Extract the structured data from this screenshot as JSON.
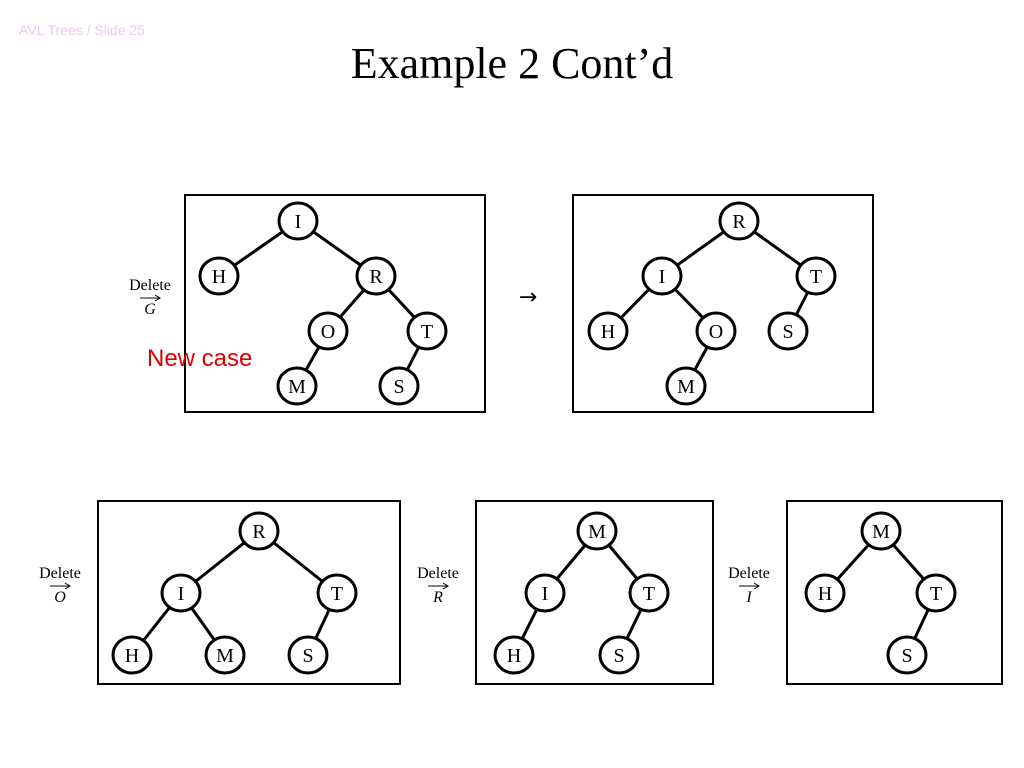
{
  "header": "AVL Trees / Slide 25",
  "title": "Example 2 Cont’d",
  "annotation": "New case",
  "arrow_glyph": "→",
  "colors": {
    "annotation": "#e00000",
    "header": "#f3c6f0"
  },
  "operations": [
    {
      "word": "Delete",
      "letter": "G"
    },
    {
      "word": "Delete",
      "letter": "O"
    },
    {
      "word": "Delete",
      "letter": "R"
    },
    {
      "word": "Delete",
      "letter": "I"
    }
  ],
  "trees": [
    {
      "nodes": [
        "I",
        "H",
        "R",
        "O",
        "T",
        "M",
        "S"
      ]
    },
    {
      "nodes": [
        "R",
        "I",
        "T",
        "H",
        "O",
        "S",
        "M"
      ]
    },
    {
      "nodes": [
        "R",
        "I",
        "T",
        "H",
        "M",
        "S"
      ]
    },
    {
      "nodes": [
        "M",
        "I",
        "T",
        "H",
        "S"
      ]
    },
    {
      "nodes": [
        "M",
        "H",
        "T",
        "S"
      ]
    }
  ]
}
